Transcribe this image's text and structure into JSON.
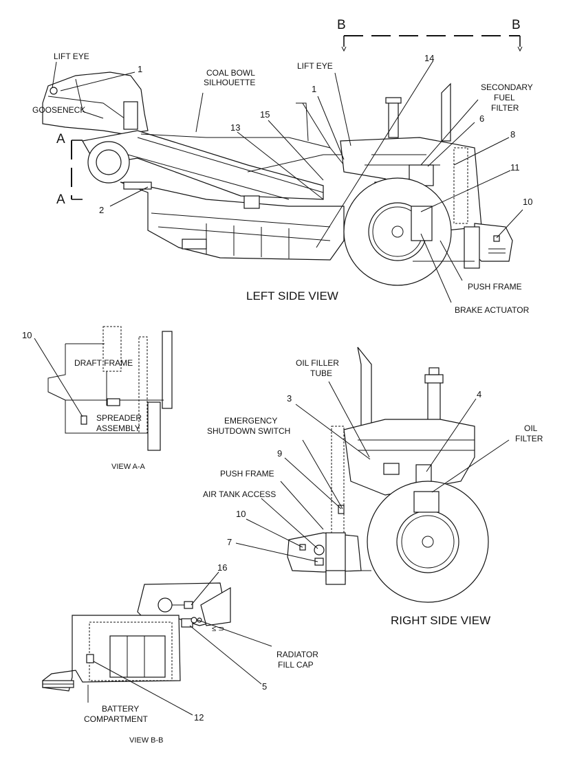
{
  "left_view": {
    "title": "LEFT SIDE VIEW",
    "labels": {
      "lift_eye_front": "LIFT EYE",
      "gooseneck": "GOOSENECK",
      "coal_bowl_1": "COAL BOWL",
      "coal_bowl_2": "SILHOUETTE",
      "lift_eye_rear": "LIFT EYE",
      "secondary_1": "SECONDARY",
      "secondary_2": "FUEL",
      "secondary_3": "FILTER",
      "push_frame": "PUSH FRAME",
      "brake_actuator": "BRAKE ACTUATOR"
    },
    "callouts": {
      "c1a": "1",
      "c1b": "1",
      "c2": "2",
      "c6": "6",
      "c8": "8",
      "c10": "10",
      "c11": "11",
      "c13": "13",
      "c14": "14",
      "c15": "15"
    },
    "section_a_top": "A",
    "section_a_bottom": "A",
    "section_b_left": "B",
    "section_b_right": "B"
  },
  "view_aa": {
    "title": "VIEW A-A",
    "labels": {
      "draft_frame": "DRAFT FRAME",
      "spreader_1": "SPREADER",
      "spreader_2": "ASSEMBLY"
    },
    "callouts": {
      "c10": "10"
    }
  },
  "right_view": {
    "title": "RIGHT SIDE VIEW",
    "labels": {
      "oil_filler_1": "OIL FILLER",
      "oil_filler_2": "TUBE",
      "emergency_1": "EMERGENCY",
      "emergency_2": "SHUTDOWN SWITCH",
      "push_frame": "PUSH FRAME",
      "air_tank": "AIR TANK ACCESS",
      "oil_filter_1": "OIL",
      "oil_filter_2": "FILTER"
    },
    "callouts": {
      "c3": "3",
      "c4": "4",
      "c7": "7",
      "c9": "9",
      "c10": "10"
    }
  },
  "view_bb": {
    "title": "VIEW B-B",
    "labels": {
      "radiator_1": "RADIATOR",
      "radiator_2": "FILL CAP",
      "battery_1": "BATTERY",
      "battery_2": "COMPARTMENT"
    },
    "callouts": {
      "c5": "5",
      "c12": "12",
      "c16": "16"
    }
  }
}
